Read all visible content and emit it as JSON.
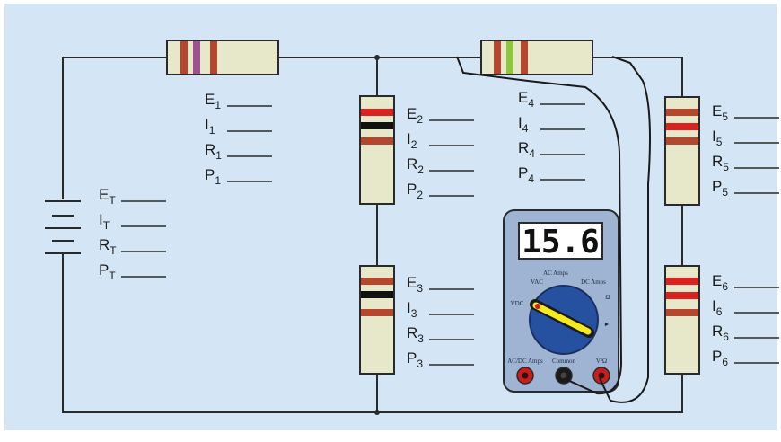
{
  "colors": {
    "panel": "#d4e6f5",
    "wire": "#2a2a2a",
    "resistor_body": "#e6e8c9",
    "meter_body": "#9fb3d2",
    "dial": "#2650a0",
    "probe_jack": "#cc1b1b"
  },
  "total_labels": [
    {
      "main": "E",
      "sub": "T"
    },
    {
      "main": "I",
      "sub": "T"
    },
    {
      "main": "R",
      "sub": "T"
    },
    {
      "main": "P",
      "sub": "T"
    }
  ],
  "resistors": [
    {
      "id": "1",
      "bands": [
        "#b5472f",
        "#a05090",
        "#b5472f"
      ],
      "labels": [
        {
          "main": "E",
          "sub": "1"
        },
        {
          "main": "I",
          "sub": "1"
        },
        {
          "main": "R",
          "sub": "1"
        },
        {
          "main": "P",
          "sub": "1"
        }
      ]
    },
    {
      "id": "2",
      "bands": [
        "#dd2020",
        "#111111",
        "#b5472f"
      ],
      "labels": [
        {
          "main": "E",
          "sub": "2"
        },
        {
          "main": "I",
          "sub": "2"
        },
        {
          "main": "R",
          "sub": "2"
        },
        {
          "main": "P",
          "sub": "2"
        }
      ]
    },
    {
      "id": "3",
      "bands": [
        "#b5472f",
        "#111111",
        "#b5472f"
      ],
      "labels": [
        {
          "main": "E",
          "sub": "3"
        },
        {
          "main": "I",
          "sub": "3"
        },
        {
          "main": "R",
          "sub": "3"
        },
        {
          "main": "P",
          "sub": "3"
        }
      ]
    },
    {
      "id": "4",
      "bands": [
        "#b5472f",
        "#8ec63f",
        "#b5472f"
      ],
      "labels": [
        {
          "main": "E",
          "sub": "4"
        },
        {
          "main": "I",
          "sub": "4"
        },
        {
          "main": "R",
          "sub": "4"
        },
        {
          "main": "P",
          "sub": "4"
        }
      ]
    },
    {
      "id": "5",
      "bands": [
        "#b5472f",
        "#dd2020",
        "#b5472f"
      ],
      "labels": [
        {
          "main": "E",
          "sub": "5"
        },
        {
          "main": "I",
          "sub": "5"
        },
        {
          "main": "R",
          "sub": "5"
        },
        {
          "main": "P",
          "sub": "5"
        }
      ]
    },
    {
      "id": "6",
      "bands": [
        "#dd2020",
        "#dd2020",
        "#b5472f"
      ],
      "labels": [
        {
          "main": "E",
          "sub": "6"
        },
        {
          "main": "I",
          "sub": "6"
        },
        {
          "main": "R",
          "sub": "6"
        },
        {
          "main": "P",
          "sub": "6"
        }
      ]
    }
  ],
  "multimeter": {
    "display": "15.6",
    "dial_labels": {
      "ac_amps": "AC Amps",
      "vac": "VAC",
      "dc_amps": "DC Amps",
      "ohm": "Ω",
      "vdc": "VDC",
      "diode": "►"
    },
    "jacks": {
      "left": "AC/DC Amps",
      "middle": "Common",
      "right": "V/Ω"
    }
  }
}
